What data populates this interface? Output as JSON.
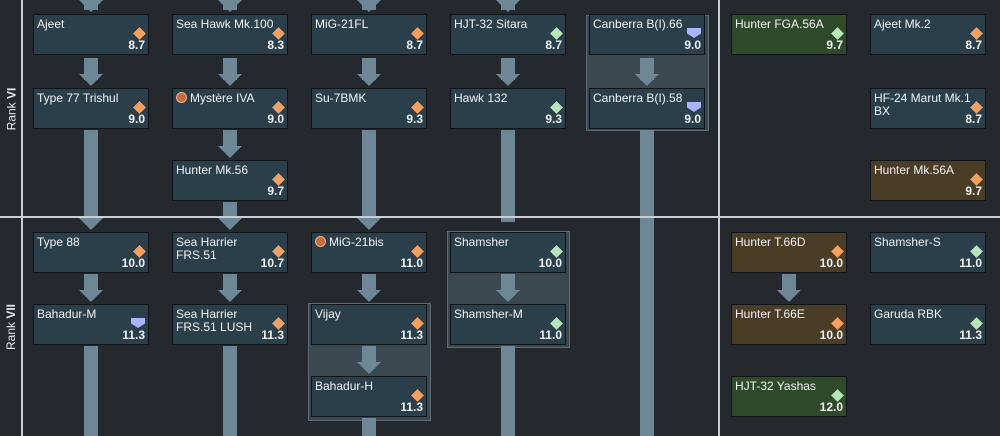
{
  "ranks": [
    {
      "prefix": "Rank ",
      "numeral": "VI"
    },
    {
      "prefix": "Rank ",
      "numeral": "VII"
    }
  ],
  "colors": {
    "ground_icon": "#f3a060",
    "light_icon": "#b8e6b8",
    "bomber_icon": "#aab4ff",
    "card": "#2b3f4b",
    "premium_card": "#2f4a2a",
    "squadron_card": "#4a3c25"
  },
  "vehicles": [
    {
      "name": "Ajeet",
      "br": "8.7",
      "icon": "diamond-orange",
      "style": "standard"
    },
    {
      "name": "Sea Hawk Mk.100",
      "br": "8.3",
      "icon": "diamond-orange",
      "style": "standard"
    },
    {
      "name": "MiG-21FL",
      "br": "8.7",
      "icon": "diamond-orange",
      "style": "standard"
    },
    {
      "name": "HJT-32 Sitara",
      "br": "8.7",
      "icon": "diamond-green",
      "style": "standard"
    },
    {
      "name": "Canberra B(I).66",
      "br": "9.0",
      "icon": "shield-blue",
      "style": "standard"
    },
    {
      "name": "Type 77 Trishul",
      "br": "9.0",
      "icon": "diamond-orange",
      "style": "standard"
    },
    {
      "name": "Mystère IVA",
      "br": "9.0",
      "icon": "diamond-orange",
      "style": "standard",
      "foreign": true
    },
    {
      "name": "Su-7BMK",
      "br": "9.3",
      "icon": "diamond-orange",
      "style": "standard"
    },
    {
      "name": "Hawk 132",
      "br": "9.3",
      "icon": "diamond-green",
      "style": "standard"
    },
    {
      "name": "Canberra B(I).58",
      "br": "9.0",
      "icon": "shield-blue",
      "style": "standard"
    },
    {
      "name": "Hunter Mk.56",
      "br": "9.7",
      "icon": "diamond-orange",
      "style": "standard"
    },
    {
      "name": "Type 88",
      "br": "10.0",
      "icon": "diamond-orange",
      "style": "standard"
    },
    {
      "name": "Sea Harrier FRS.51",
      "br": "10.7",
      "icon": "diamond-orange",
      "style": "standard"
    },
    {
      "name": "MiG-21bis",
      "br": "11.0",
      "icon": "diamond-orange",
      "style": "standard",
      "foreign": true
    },
    {
      "name": "Shamsher",
      "br": "10.0",
      "icon": "diamond-green",
      "style": "standard"
    },
    {
      "name": "Bahadur-M",
      "br": "11.3",
      "icon": "shield-blue",
      "style": "standard"
    },
    {
      "name": "Sea Harrier FRS.51 LUSH",
      "br": "11.3",
      "icon": "diamond-orange",
      "style": "standard"
    },
    {
      "name": "Vijay",
      "br": "11.3",
      "icon": "diamond-orange",
      "style": "standard"
    },
    {
      "name": "Shamsher-M",
      "br": "11.0",
      "icon": "diamond-green",
      "style": "standard"
    },
    {
      "name": "Bahadur-H",
      "br": "11.3",
      "icon": "diamond-orange",
      "style": "standard"
    },
    {
      "name": "Hunter FGA.56A",
      "br": "9.7",
      "icon": "diamond-green",
      "style": "premium"
    },
    {
      "name": "Ajeet Mk.2",
      "br": "8.7",
      "icon": "diamond-orange",
      "style": "standard"
    },
    {
      "name": "HF-24 Marut Mk.1 BX",
      "br": "8.7",
      "icon": "diamond-orange",
      "style": "standard"
    },
    {
      "name": "Hunter Mk.56A",
      "br": "9.7",
      "icon": "diamond-orange",
      "style": "squadron"
    },
    {
      "name": "Hunter T.66D",
      "br": "10.0",
      "icon": "diamond-orange",
      "style": "squadron"
    },
    {
      "name": "Shamsher-S",
      "br": "11.0",
      "icon": "diamond-green",
      "style": "standard"
    },
    {
      "name": "Hunter T.66E",
      "br": "10.0",
      "icon": "diamond-orange",
      "style": "squadron"
    },
    {
      "name": "Garuda RBK",
      "br": "11.3",
      "icon": "diamond-green",
      "style": "standard"
    },
    {
      "name": "HJT-32 Yashas",
      "br": "12.0",
      "icon": "diamond-green",
      "style": "premium"
    }
  ]
}
